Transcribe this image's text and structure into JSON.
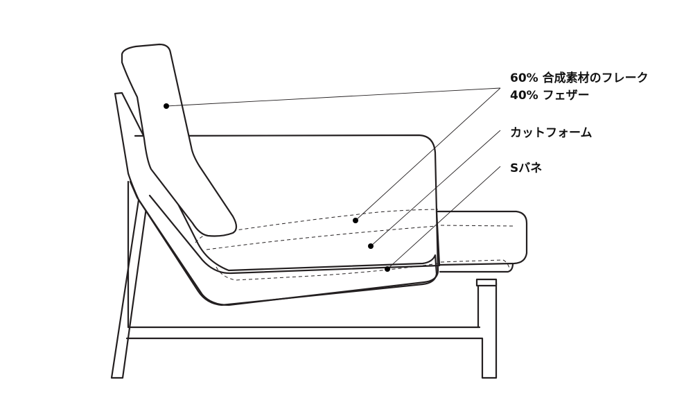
{
  "labels": {
    "fill_line1": "60% 合成素材のフレーク",
    "fill_line2": "40% フェザー",
    "cut_foam": "カットフォーム",
    "s_spring": "Sバネ"
  },
  "colors": {
    "line": "#231f20",
    "background": "#ffffff"
  }
}
